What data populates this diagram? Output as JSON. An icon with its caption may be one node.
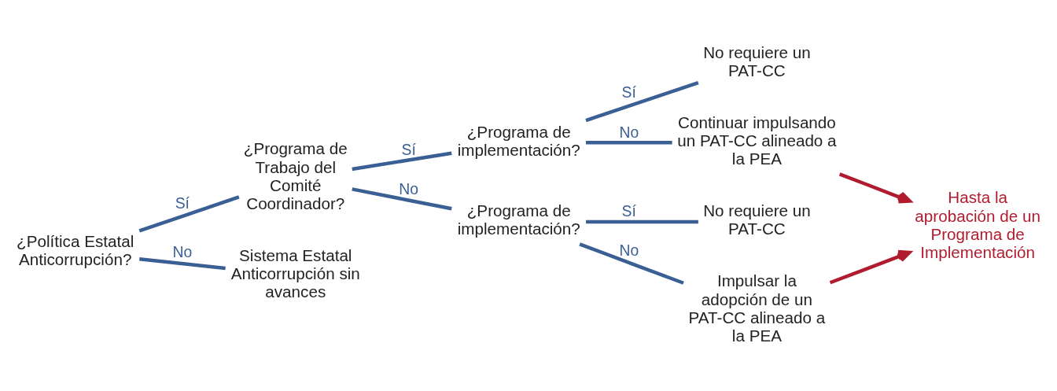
{
  "diagram": {
    "nodes": [
      {
        "text": [
          "¿Política Estatal Anticorrupción?"
        ]
      },
      {
        "text": [
          "¿Programa de Trabajo del Comité Coordinador?"
        ]
      },
      {
        "text": [
          "Sistema Estatal Anticorrupción sin avances"
        ]
      },
      {
        "text": [
          "¿Programa de implementación?"
        ]
      },
      {
        "text": [
          "¿Programa de implementación?"
        ]
      },
      {
        "text": [
          "No requiere un PAT-CC"
        ]
      },
      {
        "text": [
          "Continuar impulsando un PAT-CC alineado a la PEA"
        ]
      },
      {
        "text": [
          "No requiere un PAT-CC"
        ]
      },
      {
        "text": [
          "Impulsar la adopción de un PAT-CC alineado a la PEA"
        ]
      },
      {
        "text": [
          "Hasta la aprobación de un Programa de Implementación"
        ]
      }
    ],
    "edges": [
      {
        "from": 0,
        "to": 1,
        "arrow": "none",
        "label": "Sí"
      },
      {
        "from": 0,
        "to": 2,
        "arrow": "none",
        "label": "No"
      },
      {
        "from": 1,
        "to": 3,
        "arrow": "none",
        "label": "Sí"
      },
      {
        "from": 1,
        "to": 4,
        "arrow": "none",
        "label": "No"
      },
      {
        "from": 3,
        "to": 5,
        "arrow": "none",
        "label": "Sí"
      },
      {
        "from": 3,
        "to": 6,
        "arrow": "none",
        "label": "No"
      },
      {
        "from": 4,
        "to": 7,
        "arrow": "none",
        "label": "Sí"
      },
      {
        "from": 4,
        "to": 8,
        "arrow": "none",
        "label": "No"
      },
      {
        "from": 6,
        "to": 9,
        "arrow": "to",
        "color": "#b01c2e"
      },
      {
        "from": 8,
        "to": 9,
        "arrow": "to",
        "color": "#b01c2e"
      }
    ]
  }
}
